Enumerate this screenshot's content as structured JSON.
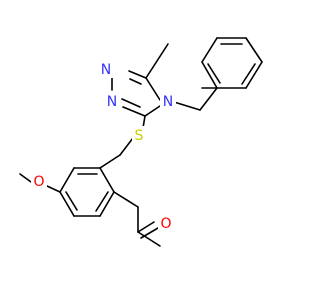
{
  "molecule": {
    "atoms": {
      "n1": "N",
      "n2": "N",
      "n4": "N",
      "s": "S",
      "o_methoxy": "O",
      "o_carbonyl": "O"
    }
  },
  "colors": {
    "bond": "#000000",
    "nitrogen": "#3333ff",
    "sulfur": "#cccc00",
    "oxygen": "#ff0000"
  }
}
